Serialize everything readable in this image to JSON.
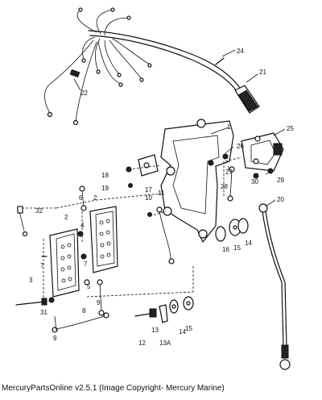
{
  "callouts": {
    "c1": "1",
    "c2": "2",
    "c3": "3",
    "c4": "4",
    "c5": "5",
    "c6": "6",
    "c7": "7",
    "c8": "8",
    "c9": "9",
    "c10": "10",
    "c11": "11",
    "c12": "12",
    "c13": "13",
    "c13a": "13A",
    "c14": "14",
    "c15": "15",
    "c16": "16",
    "c17": "17",
    "c18": "18",
    "c19": "19",
    "c20": "20",
    "c21": "21",
    "c22": "22",
    "c24": "24",
    "c25": "25",
    "c26": "26",
    "c27": "27",
    "c28": "28",
    "c29": "29",
    "c30": "30",
    "c31": "31",
    "c32": "32"
  },
  "footer": {
    "caption": "MercuryPartsOnline v2.5.1 (Image Copyright- Mercury Marine)"
  }
}
